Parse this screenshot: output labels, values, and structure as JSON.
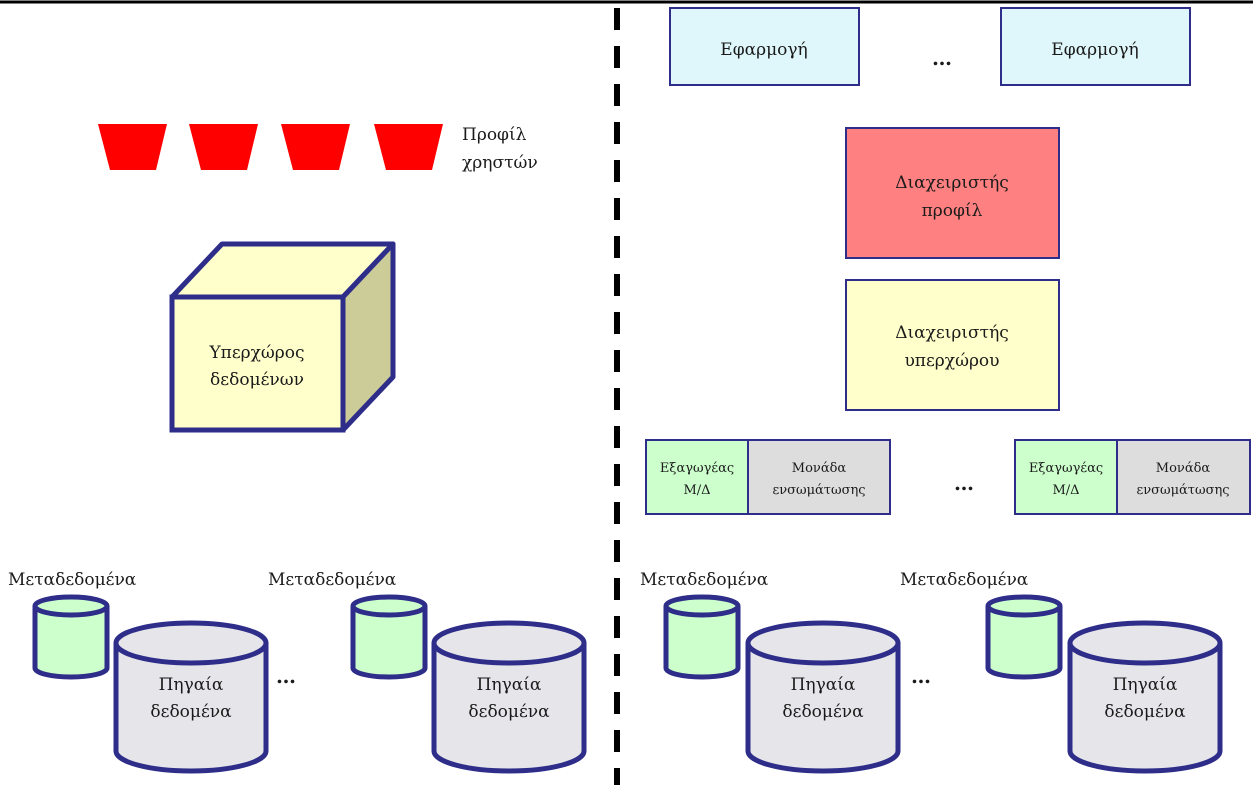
{
  "colors": {
    "border": "#2e2e8a",
    "app_fill": "#dff7fa",
    "profile_manager_fill": "#ff8080",
    "hyperspace_fill": "#ffffcc",
    "cube_side": "#cccc99",
    "cube_top": "#ffffcc",
    "trapezoid": "#ff0000",
    "metadata_fill": "#ccffcc",
    "source_fill": "#e6e6ea",
    "extractor_fill": "#ccffcc",
    "integrator_fill": "#dddddd"
  },
  "left": {
    "profiles_label": [
      "Προφίλ",
      "χρηστών"
    ],
    "cube_label": [
      "Υπερχώρος",
      "δεδομένων"
    ],
    "metadata_labels": [
      "Μεταδεδομένα",
      "Μεταδεδομένα"
    ],
    "source_label": [
      "Πηγαία",
      "δεδομένα"
    ],
    "ellipsis": "…"
  },
  "right": {
    "apps": [
      "Εφαρμογή",
      "Εφαρμογή"
    ],
    "apps_ellipsis": "…",
    "profile_manager": [
      "Διαχειριστής",
      "προφίλ"
    ],
    "hyperspace_manager": [
      "Διαχειριστής",
      "υπερχώρου"
    ],
    "extractor": [
      "Εξαγωγέας",
      "Μ/Δ"
    ],
    "integrator": [
      "Μονάδα",
      "ενσωμάτωσης"
    ],
    "modules_ellipsis": "…",
    "metadata_labels": [
      "Μεταδεδομένα",
      "Μεταδεδομένα"
    ],
    "source_label": [
      "Πηγαία",
      "δεδομένα"
    ],
    "ellipsis": "…"
  }
}
